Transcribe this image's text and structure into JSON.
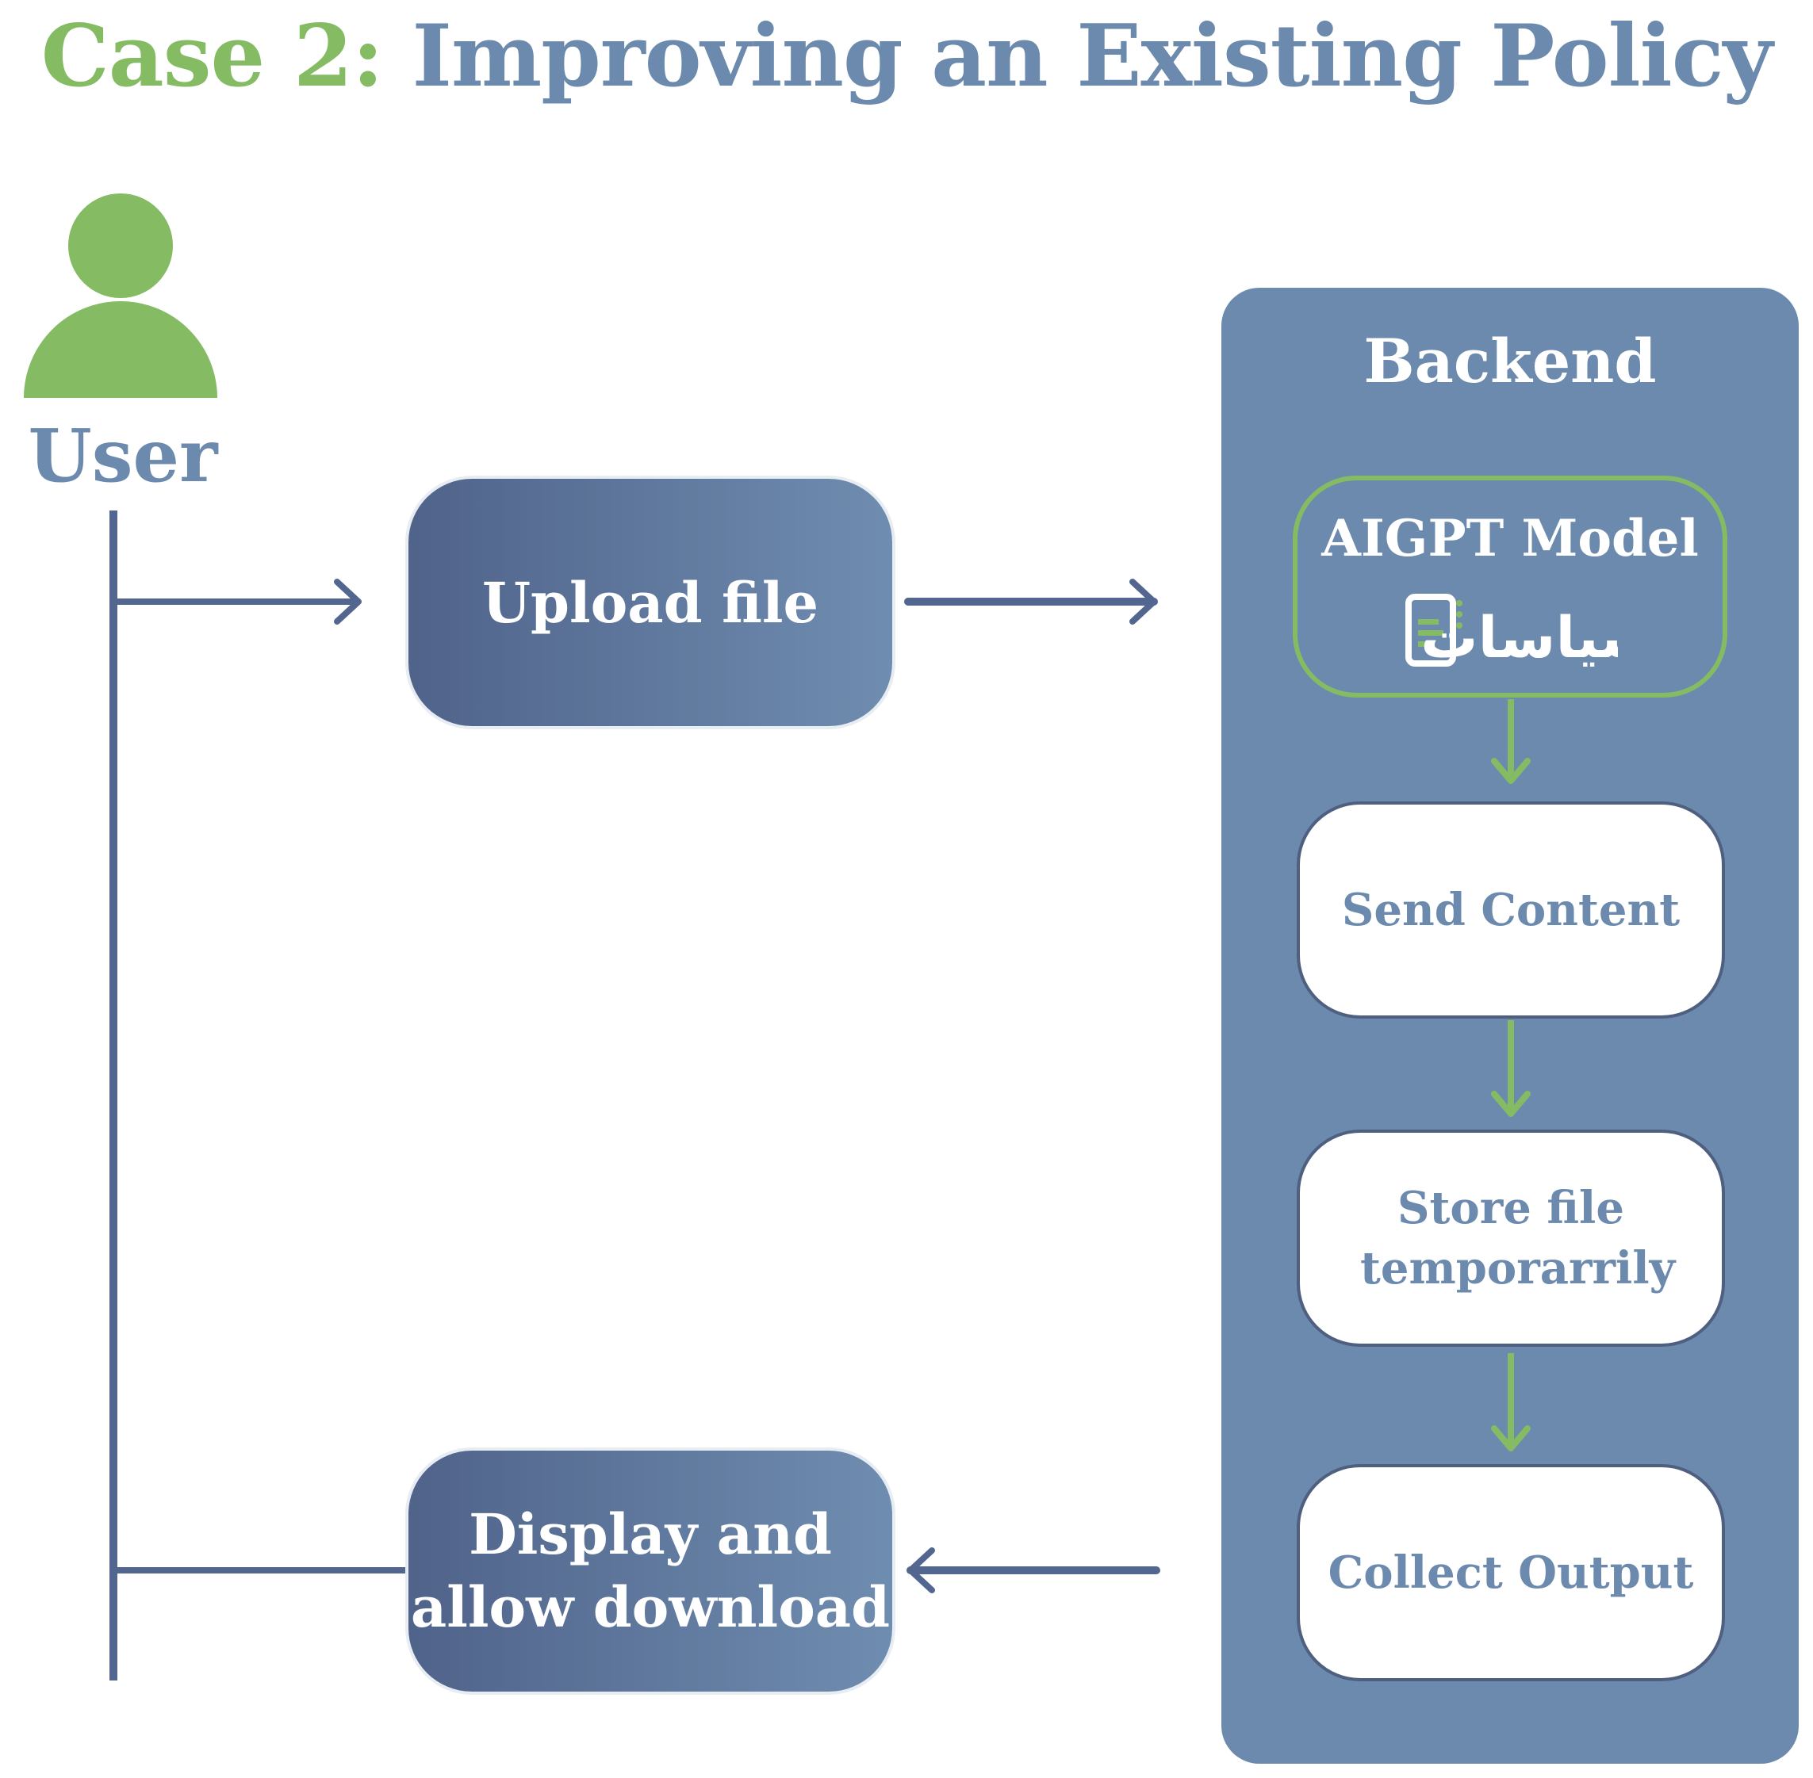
{
  "title": {
    "prefix": "Case 2:",
    "main": "Improving an Existing Policy"
  },
  "user": {
    "label": "User",
    "icon": "user-icon"
  },
  "steps": {
    "upload": "Upload file",
    "display": "Display and allow download"
  },
  "backend": {
    "title": "Backend",
    "model": {
      "title": "AIGPT Model",
      "logo_text": "سياسات"
    },
    "send": "Send Content",
    "store": "Store file temporarrily",
    "collect": "Collect Output"
  },
  "colors": {
    "green": "#84bb63",
    "blue": "#6c8aad",
    "dark_blue": "#50638a",
    "white": "#ffffff"
  }
}
